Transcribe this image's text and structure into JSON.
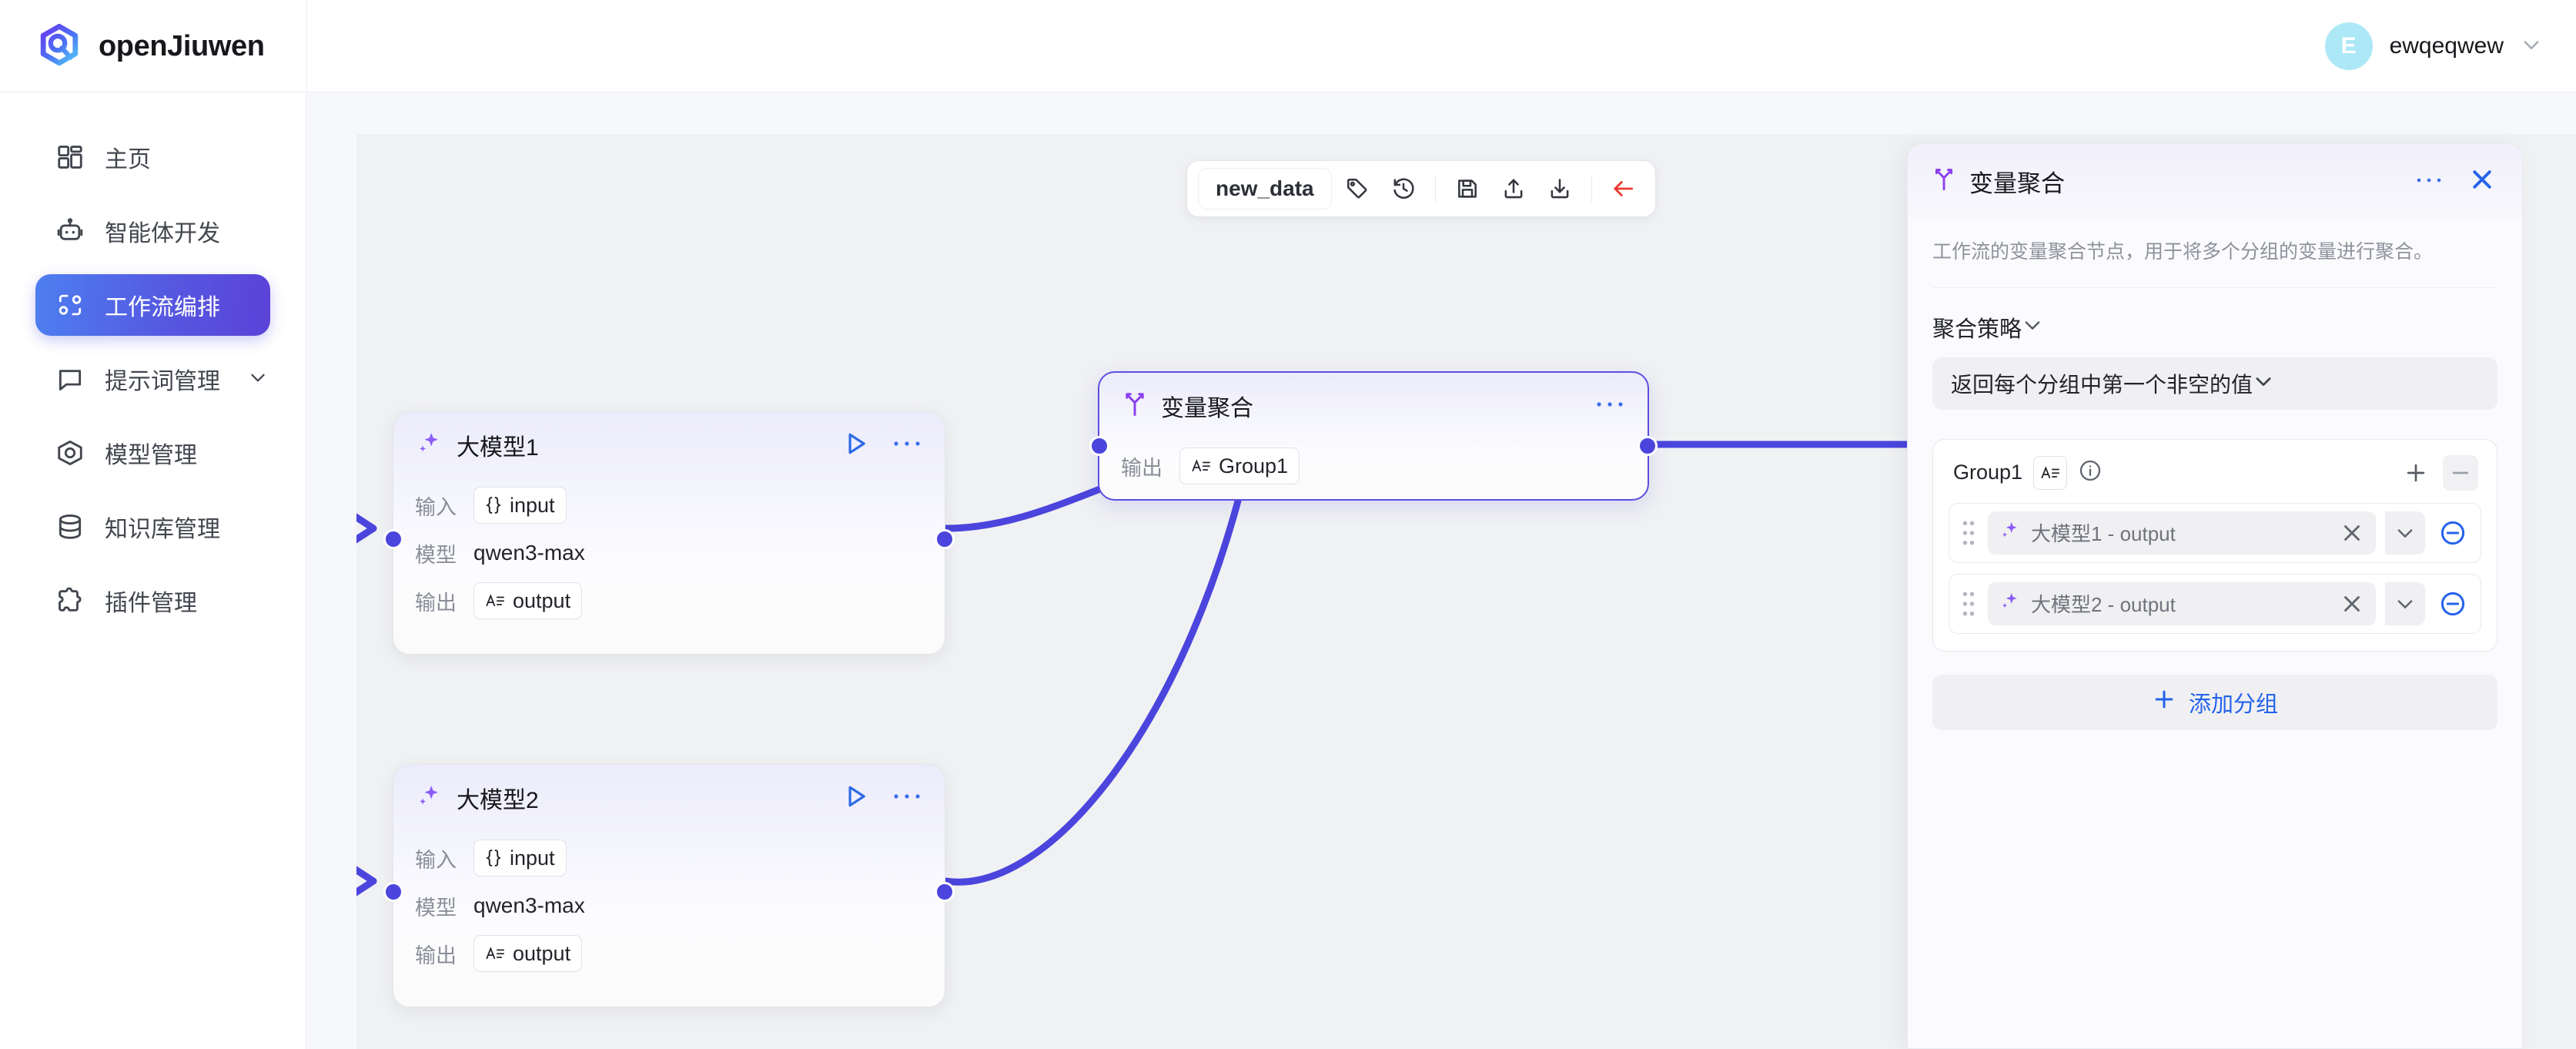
{
  "brand": {
    "name": "openJiuwen",
    "logo_icon": "jiuwen-logo-icon"
  },
  "header": {
    "user": {
      "initial": "E",
      "name": "ewqeqwew",
      "caret_icon": "chevron-down-icon"
    }
  },
  "sidebar": {
    "items": [
      {
        "label": "主页",
        "icon": "dashboard-icon",
        "active": false,
        "expandable": false
      },
      {
        "label": "智能体开发",
        "icon": "robot-icon",
        "active": false,
        "expandable": false
      },
      {
        "label": "工作流编排",
        "icon": "workflow-icon",
        "active": true,
        "expandable": false
      },
      {
        "label": "提示词管理",
        "icon": "chat-bubble-icon",
        "active": false,
        "expandable": true
      },
      {
        "label": "模型管理",
        "icon": "cube-icon",
        "active": false,
        "expandable": false
      },
      {
        "label": "知识库管理",
        "icon": "database-icon",
        "active": false,
        "expandable": false
      },
      {
        "label": "插件管理",
        "icon": "puzzle-icon",
        "active": false,
        "expandable": false
      }
    ]
  },
  "toolbar": {
    "workflow_name": "new_data",
    "buttons": [
      {
        "name": "tag-icon",
        "title": "标签"
      },
      {
        "name": "history-icon",
        "title": "历史"
      },
      {
        "name": "save-icon",
        "title": "保存"
      },
      {
        "name": "upload-icon",
        "title": "导入"
      },
      {
        "name": "download-icon",
        "title": "导出"
      },
      {
        "name": "back-arrow-icon",
        "title": "返回"
      }
    ]
  },
  "canvas": {
    "nodes": [
      {
        "id": "llm1",
        "title": "大模型1",
        "icon": "sparkle-icon",
        "rows": [
          {
            "label": "输入",
            "type": "chip",
            "chip_icon": "braces-icon",
            "value": "input"
          },
          {
            "label": "模型",
            "type": "text",
            "value": "qwen3-max"
          },
          {
            "label": "输出",
            "type": "chip",
            "chip_icon": "string-type-icon",
            "value": "output"
          }
        ],
        "has_run": true,
        "selected": false
      },
      {
        "id": "llm2",
        "title": "大模型2",
        "icon": "sparkle-icon",
        "rows": [
          {
            "label": "输入",
            "type": "chip",
            "chip_icon": "braces-icon",
            "value": "input"
          },
          {
            "label": "模型",
            "type": "text",
            "value": "qwen3-max"
          },
          {
            "label": "输出",
            "type": "chip",
            "chip_icon": "string-type-icon",
            "value": "output"
          }
        ],
        "has_run": true,
        "selected": false
      },
      {
        "id": "aggregate",
        "title": "变量聚合",
        "icon": "merge-icon",
        "rows": [
          {
            "label": "输出",
            "type": "chip",
            "chip_icon": "string-type-icon",
            "value": "Group1"
          }
        ],
        "has_run": false,
        "selected": true
      }
    ]
  },
  "panel": {
    "title": "变量聚合",
    "icon": "merge-icon",
    "more_icon": "more-horizontal-icon",
    "close_icon": "close-icon",
    "description": "工作流的变量聚合节点，用于将多个分组的变量进行聚合。",
    "strategy": {
      "section_label": "聚合策略",
      "collapse_icon": "chevron-down-icon",
      "selected": "返回每个分组中第一个非空的值",
      "caret_icon": "chevron-down-icon"
    },
    "group": {
      "name": "Group1",
      "type_badge_icon": "string-type-icon",
      "info_icon": "info-icon",
      "add_icon": "plus-icon",
      "collapse_icon": "minus-icon",
      "variables": [
        {
          "icon": "sparkle-icon",
          "label": "大模型1 - output",
          "clear_icon": "close-small-icon",
          "caret_icon": "chevron-down-icon",
          "remove_icon": "minus-circle-icon",
          "drag_icon": "drag-handle-icon"
        },
        {
          "icon": "sparkle-icon",
          "label": "大模型2 - output",
          "clear_icon": "close-small-icon",
          "caret_icon": "chevron-down-icon",
          "remove_icon": "minus-circle-icon",
          "drag_icon": "drag-handle-icon"
        }
      ]
    },
    "add_group": {
      "label": "添加分组",
      "icon": "plus-icon"
    }
  },
  "colors": {
    "accent_blue": "#2563eb",
    "node_purple": "#5b4fe0",
    "edge_blue": "#4b45dd",
    "sidebar_active_from": "#4d7ff0",
    "sidebar_active_to": "#5b42d8",
    "avatar_bg": "#ade8f7",
    "back_arrow_red": "#ef3b30",
    "canvas_bg": "#f0f1f3",
    "page_bg": "#f7f8fc"
  }
}
